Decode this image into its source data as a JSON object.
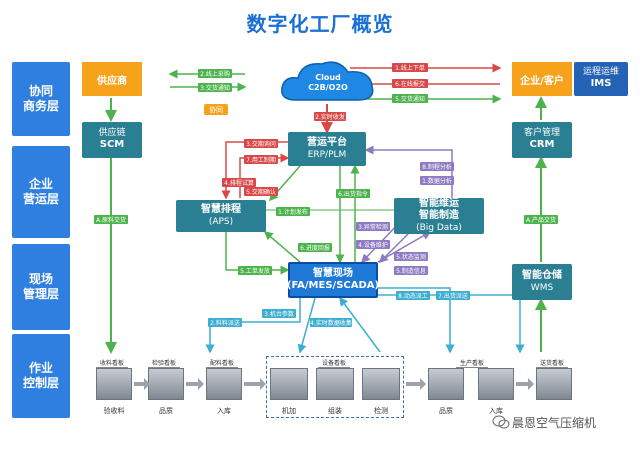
{
  "title": "数字化工厂概览",
  "layers": [
    "协同\n商务层",
    "企业\n营运层",
    "现场\n管理层",
    "作业\n控制层"
  ],
  "supplier": "供应商",
  "customer": "企业/客户",
  "ims": {
    "line1": "运程运维",
    "line2": "IMS"
  },
  "cloud": {
    "line1": "Cloud",
    "line2": "C2B/O2O"
  },
  "scm": {
    "line1": "供应链",
    "line2": "SCM"
  },
  "crm": {
    "line1": "客户管理",
    "line2": "CRM"
  },
  "erp": {
    "line1": "营运平台",
    "line2": "ERP/PLM"
  },
  "aps": {
    "line1": "智慧排程",
    "line2": "(APS)"
  },
  "bigdata": {
    "line1": "智能维运",
    "line2": "智能制造",
    "line3": "(Big Data)"
  },
  "mes": {
    "line1": "智慧现场",
    "line2": "(FA/MES/SCADA)"
  },
  "wms": {
    "line1": "智能仓储",
    "line2": "WMS"
  },
  "collab_label": "协同",
  "tags": {
    "left_top": [
      "2.线上采购",
      "3.交货通知"
    ],
    "right_top": [
      "1.线上下单",
      "6.在线报交",
      "5.交货通知"
    ],
    "real_order": "2.实时收发",
    "erp_left": [
      "3.交期询问",
      "7.用工制期",
      "4.排程试算",
      "5.交期确认"
    ],
    "bigdata_up": [
      "8.制程分析",
      "1.数据分析"
    ],
    "plan_release": "1.计划发布",
    "ship_order": "6.出货指令",
    "schedule_fb": "6.进度回报",
    "abnormal": "3.异常检测",
    "equip_maint": "4.设备维护",
    "status": "5.状态监测",
    "produce_info": "5.制造信息",
    "dynamic": "8.动态派工",
    "shipment": "7.出货派送",
    "work_order": "5.工单发放",
    "material": "2.料料派送",
    "param": "3.机台参数",
    "realtime": "4.实时数据收集",
    "incoming": "A.原料交货",
    "product": "A.产品交货"
  },
  "boards": [
    "收料看板",
    "检验看板",
    "配料看板",
    "设备看板",
    "生产看板",
    "送货看板"
  ],
  "captions": [
    "验收料",
    "品质",
    "入库",
    "机加",
    "组装",
    "检测",
    "品质",
    "入库"
  ],
  "watermark": "晨恩空气压缩机"
}
